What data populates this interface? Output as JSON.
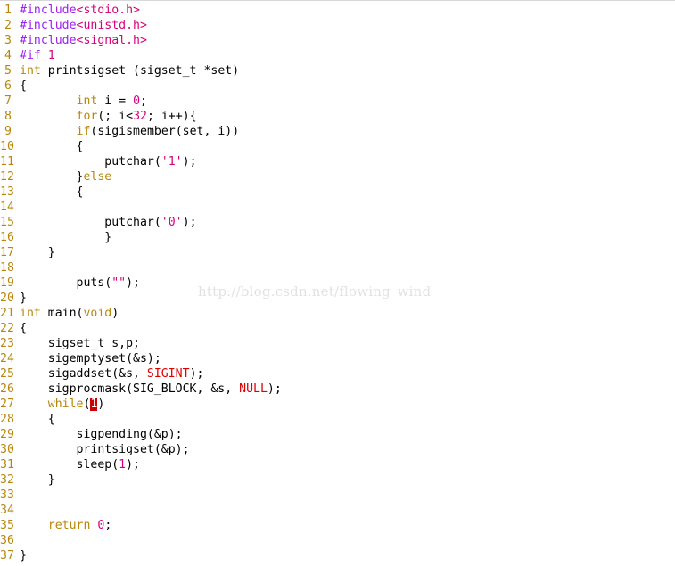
{
  "editor": {
    "lines": [
      {
        "n": "1",
        "segs": [
          {
            "t": "#include",
            "c": "pp"
          },
          {
            "t": "<stdio.h>",
            "c": "incl"
          }
        ]
      },
      {
        "n": "2",
        "segs": [
          {
            "t": "#include",
            "c": "pp"
          },
          {
            "t": "<unistd.h>",
            "c": "incl"
          }
        ]
      },
      {
        "n": "3",
        "segs": [
          {
            "t": "#include",
            "c": "pp"
          },
          {
            "t": "<signal.h>",
            "c": "incl"
          }
        ]
      },
      {
        "n": "4",
        "segs": [
          {
            "t": "#if ",
            "c": "pp"
          },
          {
            "t": "1",
            "c": "num"
          }
        ]
      },
      {
        "n": "5",
        "segs": [
          {
            "t": "int",
            "c": "kw"
          },
          {
            "t": " printsigset (sigset_t *set)",
            "c": ""
          }
        ]
      },
      {
        "n": "6",
        "segs": [
          {
            "t": "{",
            "c": ""
          }
        ]
      },
      {
        "n": "7",
        "segs": [
          {
            "t": "        ",
            "c": ""
          },
          {
            "t": "int",
            "c": "kw"
          },
          {
            "t": " i = ",
            "c": ""
          },
          {
            "t": "0",
            "c": "num"
          },
          {
            "t": ";",
            "c": ""
          }
        ]
      },
      {
        "n": "8",
        "segs": [
          {
            "t": "        ",
            "c": ""
          },
          {
            "t": "for",
            "c": "kw"
          },
          {
            "t": "(; i<",
            "c": ""
          },
          {
            "t": "32",
            "c": "num"
          },
          {
            "t": "; i++){",
            "c": ""
          }
        ]
      },
      {
        "n": "9",
        "segs": [
          {
            "t": "        ",
            "c": ""
          },
          {
            "t": "if",
            "c": "kw"
          },
          {
            "t": "(sigismember(set, i))",
            "c": ""
          }
        ]
      },
      {
        "n": "10",
        "segs": [
          {
            "t": "        {",
            "c": ""
          }
        ]
      },
      {
        "n": "11",
        "segs": [
          {
            "t": "            putchar(",
            "c": ""
          },
          {
            "t": "'1'",
            "c": "str"
          },
          {
            "t": ");",
            "c": ""
          }
        ]
      },
      {
        "n": "12",
        "segs": [
          {
            "t": "        }",
            "c": ""
          },
          {
            "t": "else",
            "c": "kw"
          }
        ]
      },
      {
        "n": "13",
        "segs": [
          {
            "t": "        {",
            "c": ""
          }
        ]
      },
      {
        "n": "14",
        "segs": [
          {
            "t": "",
            "c": ""
          }
        ]
      },
      {
        "n": "15",
        "segs": [
          {
            "t": "            putchar(",
            "c": ""
          },
          {
            "t": "'0'",
            "c": "str"
          },
          {
            "t": ");",
            "c": ""
          }
        ]
      },
      {
        "n": "16",
        "segs": [
          {
            "t": "            }",
            "c": ""
          }
        ]
      },
      {
        "n": "17",
        "segs": [
          {
            "t": "    }",
            "c": ""
          }
        ]
      },
      {
        "n": "18",
        "segs": [
          {
            "t": "",
            "c": ""
          }
        ]
      },
      {
        "n": "19",
        "segs": [
          {
            "t": "        puts(",
            "c": ""
          },
          {
            "t": "\"\"",
            "c": "str"
          },
          {
            "t": ");",
            "c": ""
          }
        ]
      },
      {
        "n": "20",
        "segs": [
          {
            "t": "}",
            "c": ""
          }
        ]
      },
      {
        "n": "21",
        "segs": [
          {
            "t": "int",
            "c": "kw"
          },
          {
            "t": " main(",
            "c": ""
          },
          {
            "t": "void",
            "c": "kw"
          },
          {
            "t": ")",
            "c": ""
          }
        ]
      },
      {
        "n": "22",
        "segs": [
          {
            "t": "{",
            "c": ""
          }
        ]
      },
      {
        "n": "23",
        "segs": [
          {
            "t": "    sigset_t s,p;",
            "c": ""
          }
        ]
      },
      {
        "n": "24",
        "segs": [
          {
            "t": "    sigemptyset(&s);",
            "c": ""
          }
        ]
      },
      {
        "n": "25",
        "segs": [
          {
            "t": "    sigaddset(&s, ",
            "c": ""
          },
          {
            "t": "SIGINT",
            "c": "red"
          },
          {
            "t": ");",
            "c": ""
          }
        ]
      },
      {
        "n": "26",
        "segs": [
          {
            "t": "    sigprocmask(SIG_BLOCK, &s, ",
            "c": ""
          },
          {
            "t": "NULL",
            "c": "red"
          },
          {
            "t": ");",
            "c": ""
          }
        ]
      },
      {
        "n": "27",
        "segs": [
          {
            "t": "    ",
            "c": ""
          },
          {
            "t": "while",
            "c": "kw"
          },
          {
            "t": "(",
            "c": ""
          },
          {
            "t": "1",
            "c": "cursor"
          },
          {
            "t": ")",
            "c": ""
          }
        ]
      },
      {
        "n": "28",
        "segs": [
          {
            "t": "    {",
            "c": ""
          }
        ]
      },
      {
        "n": "29",
        "segs": [
          {
            "t": "        sigpending(&p);",
            "c": ""
          }
        ]
      },
      {
        "n": "30",
        "segs": [
          {
            "t": "        printsigset(&p);",
            "c": ""
          }
        ]
      },
      {
        "n": "31",
        "segs": [
          {
            "t": "        sleep(",
            "c": ""
          },
          {
            "t": "1",
            "c": "num"
          },
          {
            "t": ");",
            "c": ""
          }
        ]
      },
      {
        "n": "32",
        "segs": [
          {
            "t": "    }",
            "c": ""
          }
        ]
      },
      {
        "n": "33",
        "segs": [
          {
            "t": "",
            "c": ""
          }
        ]
      },
      {
        "n": "34",
        "segs": [
          {
            "t": "",
            "c": ""
          }
        ]
      },
      {
        "n": "35",
        "segs": [
          {
            "t": "    ",
            "c": ""
          },
          {
            "t": "return",
            "c": "kw"
          },
          {
            "t": " ",
            "c": ""
          },
          {
            "t": "0",
            "c": "num"
          },
          {
            "t": ";",
            "c": ""
          }
        ]
      },
      {
        "n": "36",
        "segs": [
          {
            "t": "",
            "c": ""
          }
        ]
      },
      {
        "n": "37",
        "segs": [
          {
            "t": "}",
            "c": ""
          }
        ]
      }
    ]
  },
  "watermark": "http://blog.csdn.net/flowing_wind",
  "colors": {
    "line_number": "#b8860b",
    "preprocessor": "#a020f0",
    "include_path": "#d7007a",
    "keyword": "#b8860b",
    "constant": "#d7007a",
    "macro": "#e00000",
    "cursor": "#cc0000"
  }
}
